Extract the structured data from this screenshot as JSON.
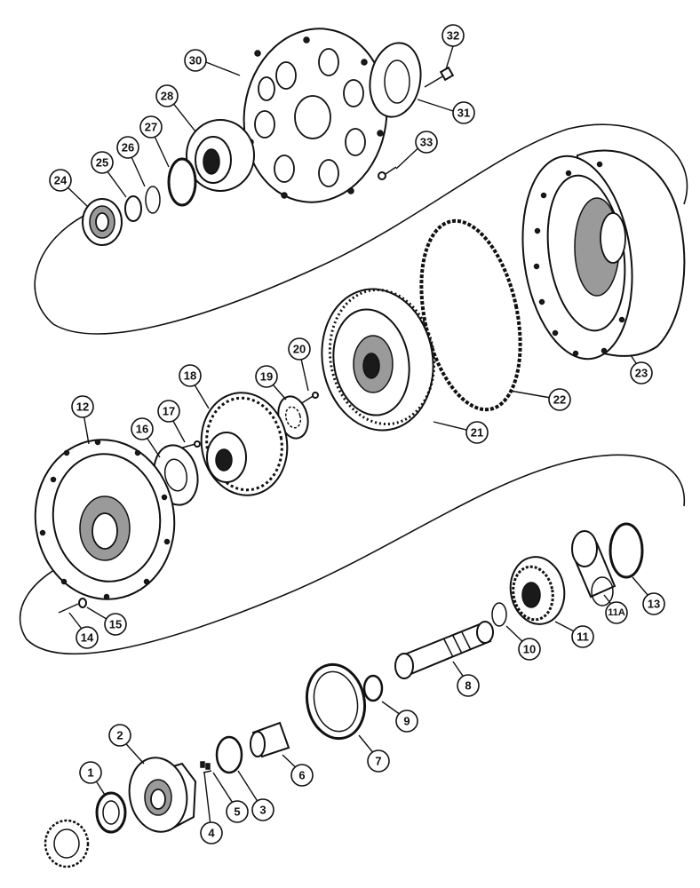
{
  "callouts": [
    {
      "id": "1",
      "label": "1"
    },
    {
      "id": "2",
      "label": "2"
    },
    {
      "id": "3",
      "label": "3"
    },
    {
      "id": "4",
      "label": "4"
    },
    {
      "id": "5",
      "label": "5"
    },
    {
      "id": "6",
      "label": "6"
    },
    {
      "id": "7",
      "label": "7"
    },
    {
      "id": "8",
      "label": "8"
    },
    {
      "id": "9",
      "label": "9"
    },
    {
      "id": "10",
      "label": "10"
    },
    {
      "id": "11",
      "label": "11"
    },
    {
      "id": "11A",
      "label": "11A"
    },
    {
      "id": "12",
      "label": "12"
    },
    {
      "id": "13",
      "label": "13"
    },
    {
      "id": "14",
      "label": "14"
    },
    {
      "id": "15",
      "label": "15"
    },
    {
      "id": "16",
      "label": "16"
    },
    {
      "id": "17",
      "label": "17"
    },
    {
      "id": "18",
      "label": "18"
    },
    {
      "id": "19",
      "label": "19"
    },
    {
      "id": "20",
      "label": "20"
    },
    {
      "id": "21",
      "label": "21"
    },
    {
      "id": "22",
      "label": "22"
    },
    {
      "id": "23",
      "label": "23"
    },
    {
      "id": "24",
      "label": "24"
    },
    {
      "id": "25",
      "label": "25"
    },
    {
      "id": "26",
      "label": "26"
    },
    {
      "id": "27",
      "label": "27"
    },
    {
      "id": "28",
      "label": "28"
    },
    {
      "id": "30",
      "label": "30"
    },
    {
      "id": "31",
      "label": "31"
    },
    {
      "id": "32",
      "label": "32"
    },
    {
      "id": "33",
      "label": "33"
    }
  ]
}
